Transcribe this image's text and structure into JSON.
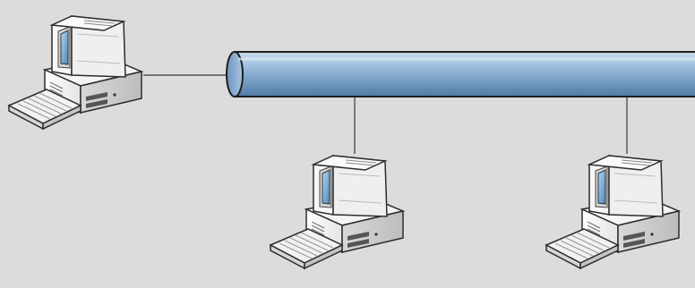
{
  "diagram": {
    "type": "network-topology",
    "topology": "bus",
    "background_color": "#dcdcdc",
    "bus_color": "#8fb4d6",
    "link_color": "#3a3a3a",
    "nodes": [
      {
        "id": "computer-1",
        "icon": "desktop-computer-icon"
      },
      {
        "id": "computer-2",
        "icon": "desktop-computer-icon"
      },
      {
        "id": "computer-3",
        "icon": "desktop-computer-icon"
      }
    ],
    "connections": [
      {
        "from": "computer-1",
        "to": "bus"
      },
      {
        "from": "computer-2",
        "to": "bus"
      },
      {
        "from": "computer-3",
        "to": "bus"
      }
    ]
  }
}
